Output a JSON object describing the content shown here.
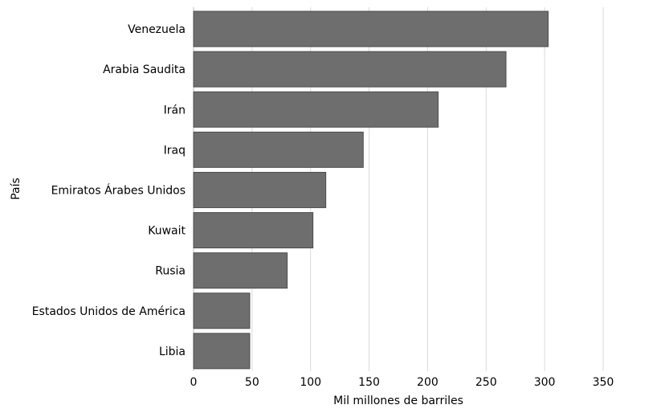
{
  "chart_data": {
    "type": "bar",
    "orientation": "horizontal",
    "categories": [
      "Venezuela",
      "Arabia Saudita",
      "Irán",
      "Iraq",
      "Emiratos Árabes Unidos",
      "Kuwait",
      "Rusia",
      "Estados Unidos de América",
      "Libia"
    ],
    "values": [
      303,
      267,
      209,
      145,
      113,
      102,
      80,
      48,
      48
    ],
    "xlabel": "Mil millones de barriles",
    "ylabel": "País",
    "xlim": [
      0,
      370
    ],
    "xticks": [
      0,
      50,
      100,
      150,
      200,
      250,
      300,
      350
    ],
    "grid": "vertical",
    "legend": "none",
    "bar_color": "#6e6e6e"
  }
}
